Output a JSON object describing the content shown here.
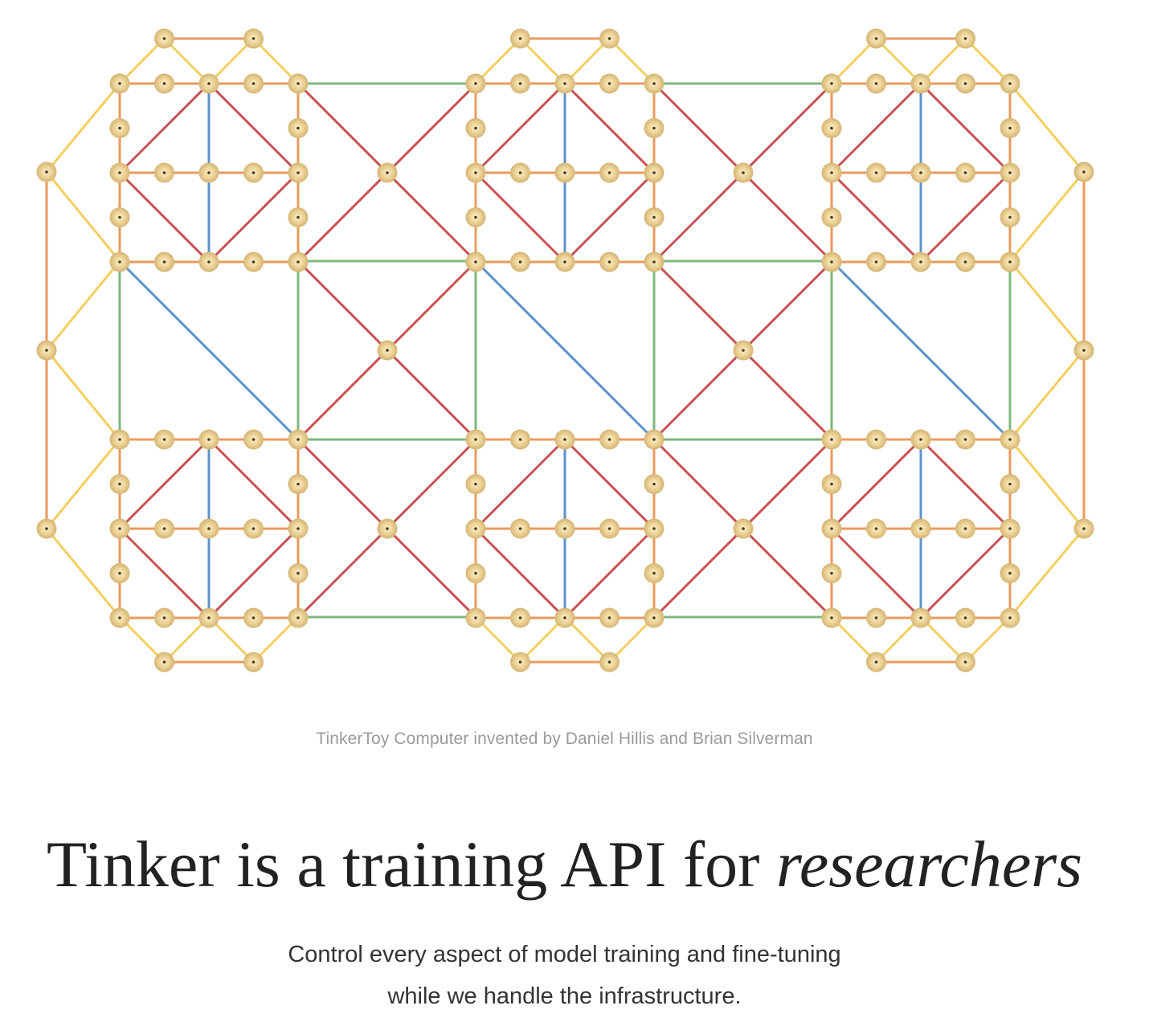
{
  "illustration": {
    "alt": "TinkerToy Computer illustration",
    "colors": {
      "orange": "#ea9a5e",
      "yellow": "#f2cf5f",
      "red": "#c65254",
      "blue": "#5b93cc",
      "green": "#7cb87e",
      "node_light": "#fbf0cf",
      "node_mid": "#ecd296",
      "node_dark": "#c9a962",
      "node_dot": "#4a3a1a"
    }
  },
  "caption": "TinkerToy Computer invented by Daniel Hillis and Brian Silverman",
  "headline": {
    "prefix": "Tinker is a training API for ",
    "emphasis": "researchers"
  },
  "subheading": {
    "line1": "Control every aspect of model training and fine-tuning",
    "line2": "while we handle the infrastructure."
  }
}
